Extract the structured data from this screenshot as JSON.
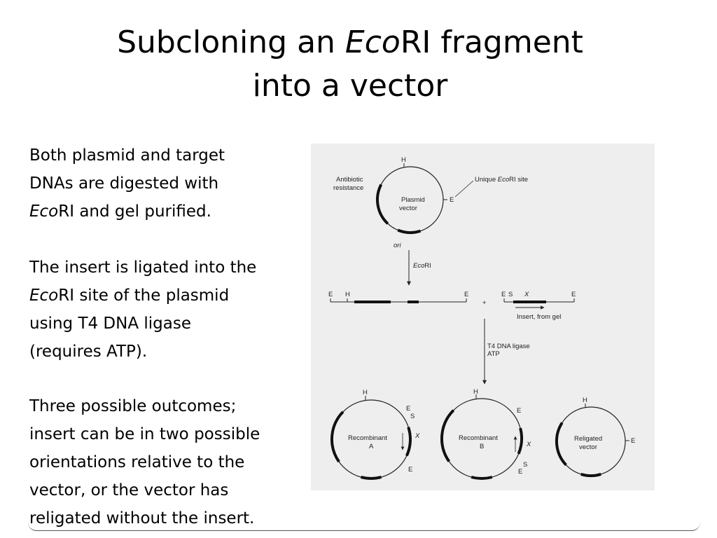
{
  "slide": {
    "title_line1_a": "Subcloning an ",
    "title_line1_eco": "Eco",
    "title_line1_b": "RI fragment",
    "title_line2": "into a vector",
    "para1": {
      "line1": "Both plasmid and target",
      "line2": "DNAs are digested with",
      "line3_eco": "Eco",
      "line3_rest": "RI and gel purified."
    },
    "para2": {
      "line1": "The insert is ligated into the",
      "line2_eco": "Eco",
      "line2_rest": "RI site of the plasmid",
      "line3": "using T4 DNA ligase",
      "line4": "(requires ATP)."
    },
    "para3": {
      "line1": "Three possible outcomes;",
      "line2": "insert can be in two possible",
      "line3": "orientations relative to the",
      "line4": "vector, or the vector has",
      "line5": "religated without the insert."
    }
  },
  "figure": {
    "antibiotic": "Antibiotic",
    "resistance": "resistance",
    "plasmid": "Plasmid",
    "vector": "vector",
    "h": "H",
    "e": "E",
    "s": "S",
    "x": "X",
    "ori": "ori",
    "unique_a": "Unique ",
    "unique_eco": "Eco",
    "unique_b": "RI site",
    "ecori_eco": "Eco",
    "ecori_ri": "RI",
    "plus": "+",
    "insert_from_gel": "Insert, from gel",
    "t4_ligase": "T4 DNA ligase",
    "atp": "ATP",
    "recombinant": "Recombinant",
    "a": "A",
    "b": "B",
    "religated": "Religated",
    "vector2": "vector"
  }
}
